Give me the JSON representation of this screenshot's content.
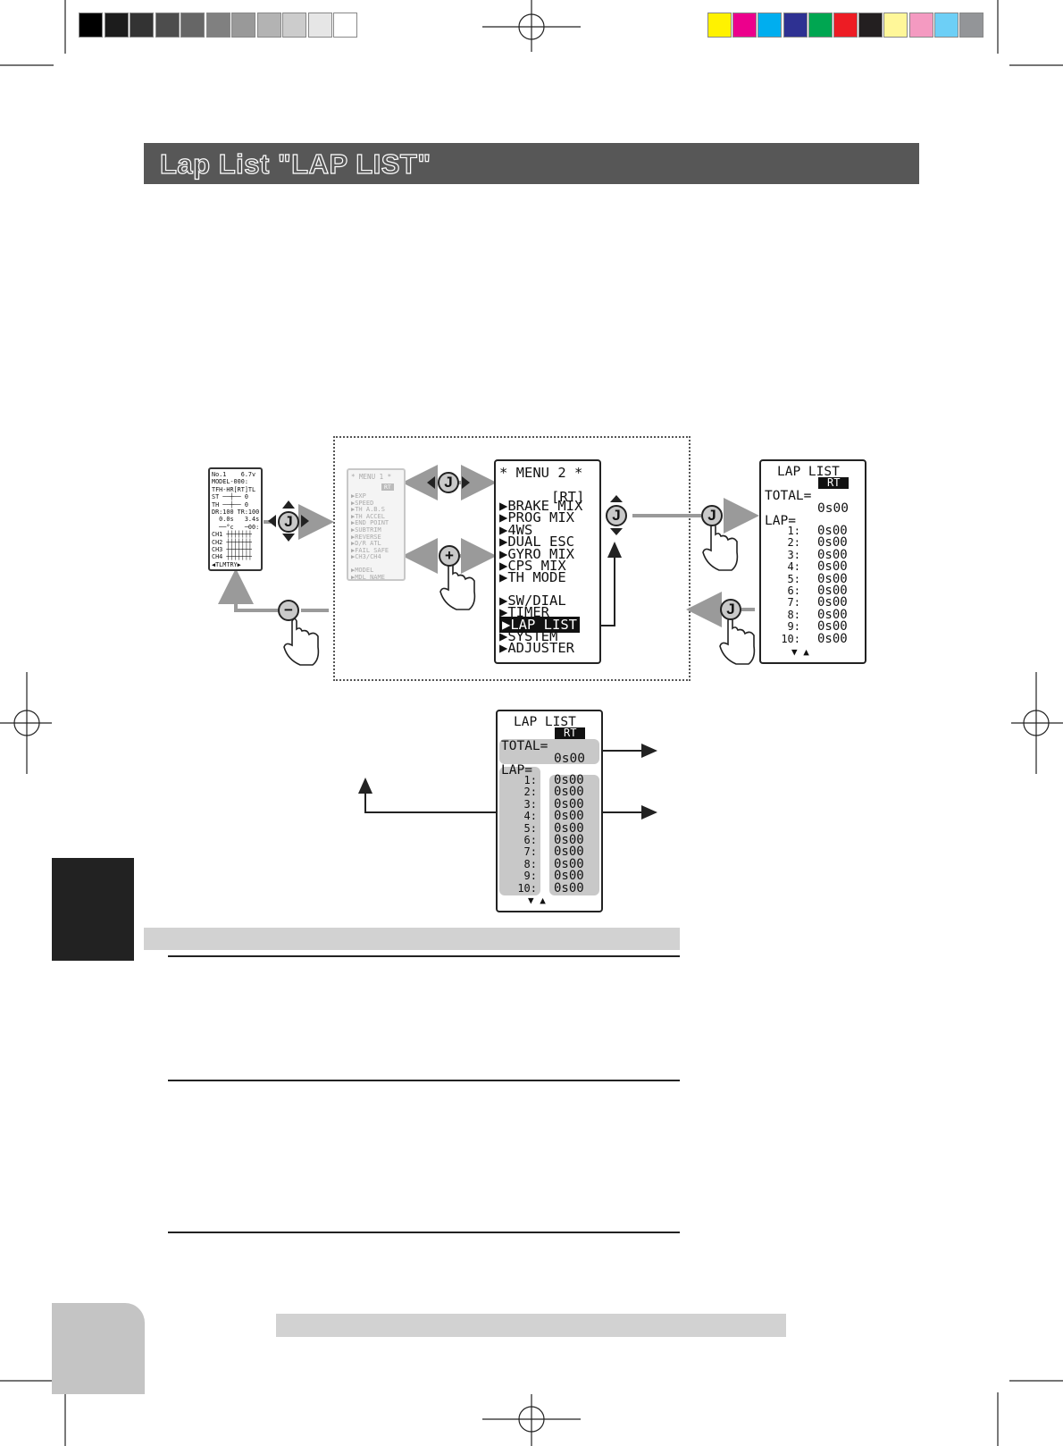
{
  "page": {
    "section_title": "Lap List  \"LAP LIST\""
  },
  "colors": {
    "title_bar": "#575757",
    "accent_gray": "#d2d2d2",
    "side_tab": "#222222",
    "page_tab": "#c4c4c4"
  },
  "color_bar": {
    "grays": [
      "#000000",
      "#1c1c1c",
      "#333333",
      "#4d4d4d",
      "#666666",
      "#808080",
      "#999999",
      "#b3b3b3",
      "#cccccc",
      "#e6e6e6",
      "#ffffff"
    ],
    "process": [
      "#fff200",
      "#ec008c",
      "#00aeef",
      "#2e3192",
      "#00a651",
      "#ed1c24",
      "#231f20",
      "#fff799",
      "#f49ac1",
      "#6dcff6",
      "#939598"
    ]
  },
  "home_screen": {
    "lines": [
      "No.1    6.7v",
      "MODEL-000:",
      "TFH-HR[RT]TL",
      "ST ──┼── 0",
      "TH ──┼── 0",
      "DR:100 TR:100",
      "  0.0s   3.4s",
      "  ──°c   ─00:",
      "CH1 ┼┼┼┼┼┼┼",
      "CH2 ┼┼┼┼┼┼┼",
      "CH3 ┼┼┼┼┼┼┼",
      "CH4 ┼┼┼┼┼┼┼",
      "◀TLMTRY▶"
    ]
  },
  "menu1": {
    "title": "* MENU 1 *",
    "rt": "RT",
    "items": [
      "▶EXP",
      "▶SPEED",
      "▶TH A.B.S",
      "▶TH ACCEL",
      "▶END POINT",
      "▶SUBTRIM",
      "▶REVERSE",
      "▶D/R ATL",
      "▶FAIL SAFE",
      "▶CH3/CH4",
      "",
      "▶MODEL",
      "▶MDL NAME"
    ]
  },
  "menu2": {
    "title": "* MENU 2 *",
    "rt": "[RT]",
    "items": [
      "▶BRAKE MIX",
      "▶PROG MIX",
      "▶4WS",
      "▶DUAL ESC",
      "▶GYRO MIX",
      "▶CPS MIX",
      "▶TH MODE"
    ],
    "items2": [
      "▶SW/DIAL",
      "▶TIMER"
    ],
    "selected": "LAP LIST",
    "items3": [
      "▶SYSTEM",
      "▶ADJUSTER"
    ]
  },
  "lap_screen": {
    "title": "LAP LIST",
    "rt": "RT",
    "total_label": "TOTAL=",
    "total_value": "0s00",
    "lap_label": "LAP=",
    "laps": [
      {
        "n": "1:",
        "v": "0s00"
      },
      {
        "n": "2:",
        "v": "0s00"
      },
      {
        "n": "3:",
        "v": "0s00"
      },
      {
        "n": "4:",
        "v": "0s00"
      },
      {
        "n": "5:",
        "v": "0s00"
      },
      {
        "n": "6:",
        "v": "0s00"
      },
      {
        "n": "7:",
        "v": "0s00"
      },
      {
        "n": "8:",
        "v": "0s00"
      },
      {
        "n": "9:",
        "v": "0s00"
      },
      {
        "n": "10:",
        "v": "0s00"
      }
    ],
    "scroll": "▼ ▲"
  },
  "buttons": {
    "j": "J",
    "plus": "+",
    "minus": "−"
  }
}
